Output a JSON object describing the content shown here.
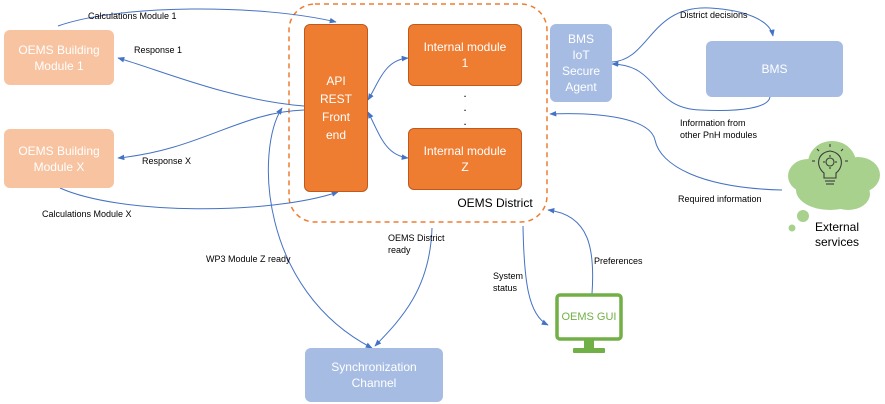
{
  "boxes": {
    "oems_building_1": "OEMS Building\nModule 1",
    "oems_building_x": "OEMS Building\nModule X",
    "api_rest": "API\nREST\nFront\nend",
    "internal_module_1": "Internal module\n1",
    "internal_module_z": "Internal module\nZ",
    "bms_iot": "BMS\nIoT\nSecure\nAgent",
    "bms": "BMS",
    "sync_channel": "Synchronization\nChannel",
    "oems_gui": "OEMS GUI"
  },
  "ellipsis": ".\n.\n.",
  "region_label": "OEMS District",
  "external_services": "External\nservices",
  "edge_labels": {
    "calc_module_1": "Calculations Module 1",
    "response_1": "Response 1",
    "response_x": "Response X",
    "calc_module_x": "Calculations Module X",
    "wp3_module_z_ready": "WP3 Module Z ready",
    "oems_district_ready": "OEMS District\nready",
    "system_status": "System\nstatus",
    "preferences": "Preferences",
    "district_decisions": "District decisions",
    "info_other_pnh": "Information from\nother PnH modules",
    "required_information": "Required information"
  },
  "colors": {
    "peach": "#F8C3A0",
    "orange": "#EE7D32",
    "blue": "#A6BCE3",
    "green": "#A9D18E",
    "gui_green": "#71AF47",
    "arrow": "#4472C4"
  }
}
